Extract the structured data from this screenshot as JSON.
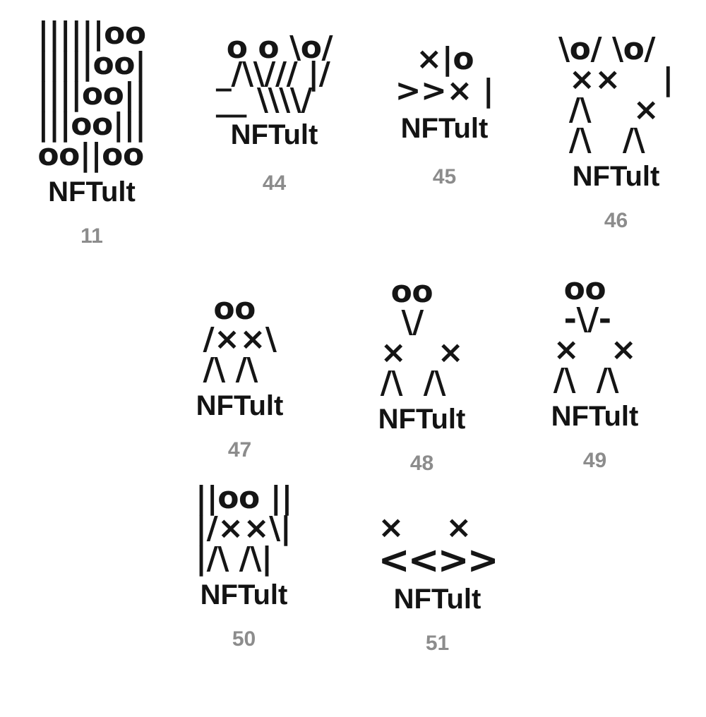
{
  "page": {
    "background_color": "#ffffff",
    "text_color": "#151515",
    "number_color": "#8c8c8c",
    "collection_name": "NFTult"
  },
  "figures": [
    {
      "id": "11",
      "label": "NFTult",
      "number": "11",
      "art": [
        "||||||oo",
        "|||||oo|",
        "||||oo||",
        "|||oo|||",
        "oo||oo"
      ]
    },
    {
      "id": "44",
      "label": "NFTult",
      "number": "44",
      "art": [
        " o o \\o/",
        "_/\\\\/// |/",
        "__ \\\\\\\\/"
      ]
    },
    {
      "id": "45",
      "label": "NFTult",
      "number": "45",
      "art": [
        "  ×|o",
        ">>× |"
      ]
    },
    {
      "id": "46",
      "label": "NFTult",
      "number": "46",
      "art": [
        "\\o/ \\o/",
        " ××    |",
        " /\\    ×",
        " /\\   /\\"
      ]
    },
    {
      "id": "47",
      "label": "NFTult",
      "number": "47",
      "art": [
        " oo",
        "/××\\",
        "/\\ /\\"
      ]
    },
    {
      "id": "48",
      "label": "NFTult",
      "number": "48",
      "art": [
        " oo",
        "  \\/",
        "×   ×",
        "/\\  /\\"
      ]
    },
    {
      "id": "49",
      "label": "NFTult",
      "number": "49",
      "art": [
        " oo",
        " -\\/-",
        "×   ×",
        "/\\  /\\"
      ]
    },
    {
      "id": "50",
      "label": "NFTult",
      "number": "50",
      "art": [
        "||oo ||",
        "|/××\\|",
        "|/\\ /\\|"
      ]
    },
    {
      "id": "51",
      "label": "NFTult",
      "number": "51",
      "art": [
        "×    ×",
        "<<>>"
      ]
    }
  ]
}
